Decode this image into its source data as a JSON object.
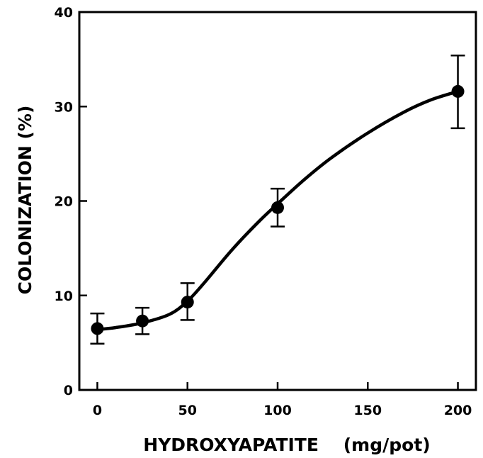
{
  "chart_data": {
    "type": "line",
    "title": "",
    "xlabel": "HYDROXYAPATITE    (mg/pot)",
    "ylabel": "COLONIZATION (%)",
    "xlim": [
      -10,
      210
    ],
    "ylim": [
      0,
      40
    ],
    "x_ticks": [
      0,
      50,
      100,
      150,
      200
    ],
    "y_ticks": [
      0,
      10,
      20,
      30,
      40
    ],
    "x_tick_labels": [
      "0",
      "50",
      "100",
      "150",
      "200"
    ],
    "y_tick_labels": [
      "0",
      "10",
      "20",
      "30",
      "40"
    ],
    "grid": false,
    "legend": "none",
    "line_color": "#000000",
    "series": [
      {
        "x": [
          0,
          25,
          50,
          100,
          200
        ],
        "y": [
          6.5,
          7.3,
          9.3,
          19.3,
          31.6
        ],
        "y_err_low": [
          4.9,
          5.9,
          7.4,
          17.3,
          27.7
        ],
        "y_err_high": [
          8.1,
          8.7,
          11.3,
          21.3,
          35.4
        ]
      }
    ],
    "fitted_curve": {
      "x": [
        0,
        10,
        25,
        40,
        50,
        60,
        75,
        90,
        100,
        115,
        130,
        150,
        170,
        185,
        200
      ],
      "y": [
        6.4,
        6.6,
        7.1,
        8.0,
        9.4,
        11.5,
        14.9,
        17.9,
        19.7,
        22.3,
        24.6,
        27.2,
        29.4,
        30.7,
        31.6
      ]
    }
  }
}
